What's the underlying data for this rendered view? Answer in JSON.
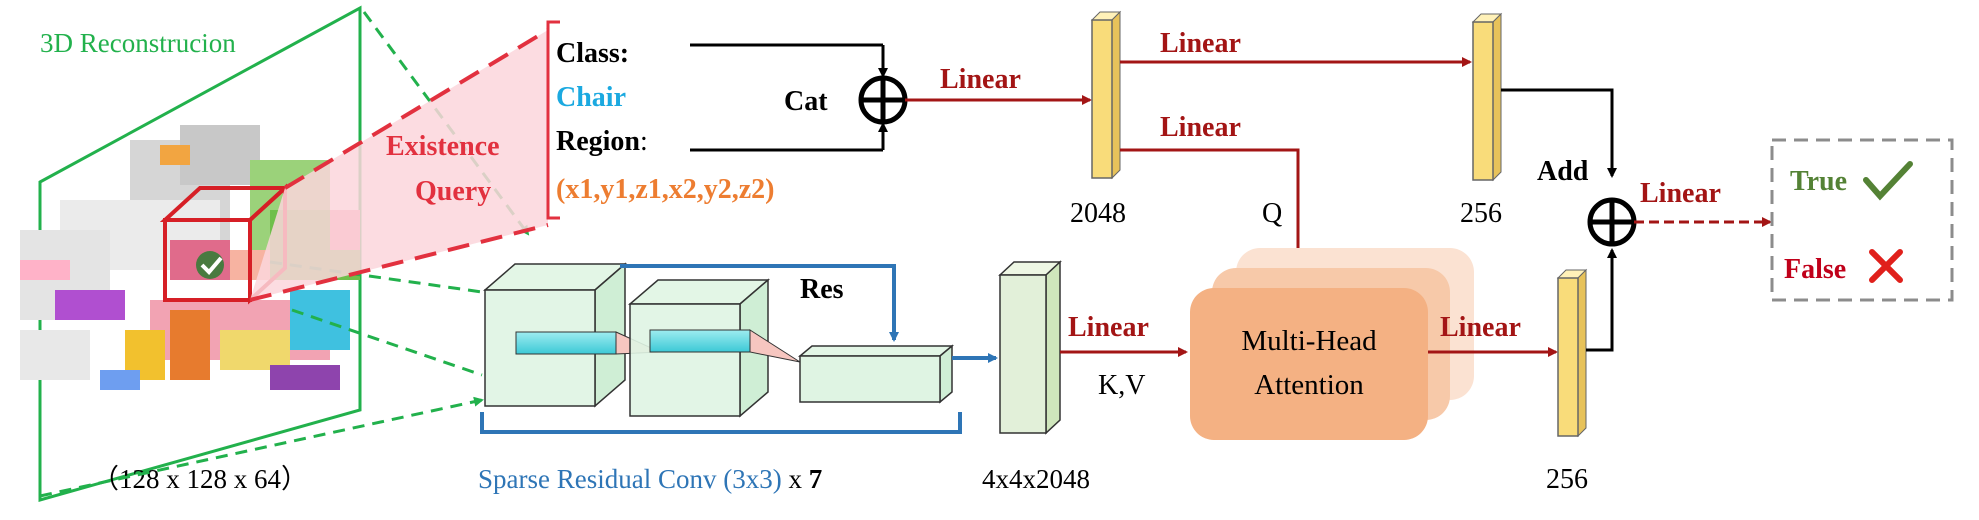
{
  "title": "3D Reconstrucion",
  "resolution_label": "（128 x 128 x 64）",
  "existence_query": {
    "line1": "Existence",
    "line2": "Query"
  },
  "query": {
    "class_label": "Class:",
    "class_value": "Chair",
    "region_label": "Region",
    "region_colon": ":",
    "region_value": "(x1,y1,z1,x2,y2,z2)"
  },
  "cat_label": "Cat",
  "add_label": "Add",
  "linear_label": "Linear",
  "res_label": "Res",
  "q_label": "Q",
  "kv_label": "K,V",
  "attention": {
    "line1": "Multi-Head",
    "line2": "Attention"
  },
  "dims": {
    "d2048": "2048",
    "d256_top": "256",
    "d256_bottom": "256",
    "feat": "4x4x2048"
  },
  "conv_caption": {
    "text": "Sparse Residual Conv (3x3)",
    "times": " x ",
    "count": "7"
  },
  "outputs": {
    "true_label": "True",
    "false_label": "False"
  },
  "colors": {
    "green": "#22b14c",
    "red": "#e2313f",
    "dark_red": "#a31515",
    "blue": "#2e75b6",
    "cyan": "#1ba9e0",
    "orange": "#ed7d31",
    "true_green": "#548235",
    "false_red": "#e0201b",
    "bar_yellow": "#f9dc7a",
    "attention_fill": "#f4b183"
  }
}
